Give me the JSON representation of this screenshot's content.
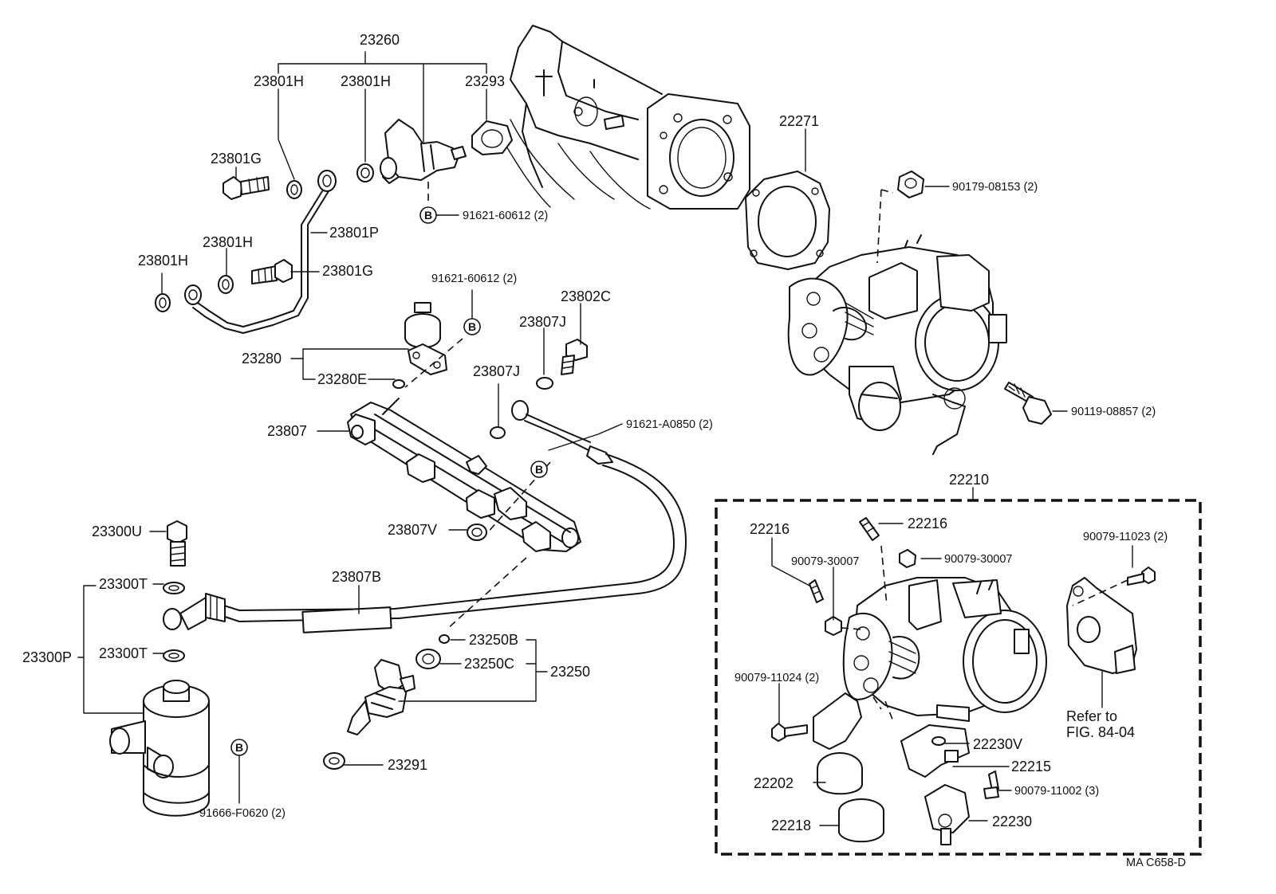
{
  "labels": {
    "23260": "23260",
    "23801H_a": "23801H",
    "23801H_b": "23801H",
    "23293": "23293",
    "22271": "22271",
    "23801G_a": "23801G",
    "B_ref_1": "91621-60612 (2)",
    "90179": "90179-08153 (2)",
    "23801P": "23801P",
    "23801H_c": "23801H",
    "23801H_d": "23801H",
    "23801G_b": "23801G",
    "B_ref_2": "91621-60612 (2)",
    "23802C": "23802C",
    "23807J_a": "23807J",
    "23280": "23280",
    "23807J_b": "23807J",
    "23280E": "23280E",
    "90119": "90119-08857 (2)",
    "23807": "23807",
    "B_ref_3": "91621-A0850 (2)",
    "22210": "22210",
    "23300U": "23300U",
    "22216_a": "22216",
    "22216_b": "22216",
    "90079_11023": "90079-11023 (2)",
    "23807V": "23807V",
    "90079_30007_a": "90079-30007",
    "90079_30007_b": "90079-30007",
    "23807B": "23807B",
    "23300T_a": "23300T",
    "23250B": "23250B",
    "23300P": "23300P",
    "23300T_b": "23300T",
    "23250C": "23250C",
    "23250": "23250",
    "90079_11024": "90079-11024 (2)",
    "refer_to_1": "Refer to",
    "refer_to_2": "FIG. 84-04",
    "22230V": "22230V",
    "23291": "23291",
    "22215": "22215",
    "22202": "22202",
    "90079_11002": "90079-11002 (3)",
    "B_ref_4": "91666-F0620 (2)",
    "22218": "22218",
    "22230": "22230",
    "drawing_code": "MA  C658-D"
  },
  "badge_letter": "B"
}
